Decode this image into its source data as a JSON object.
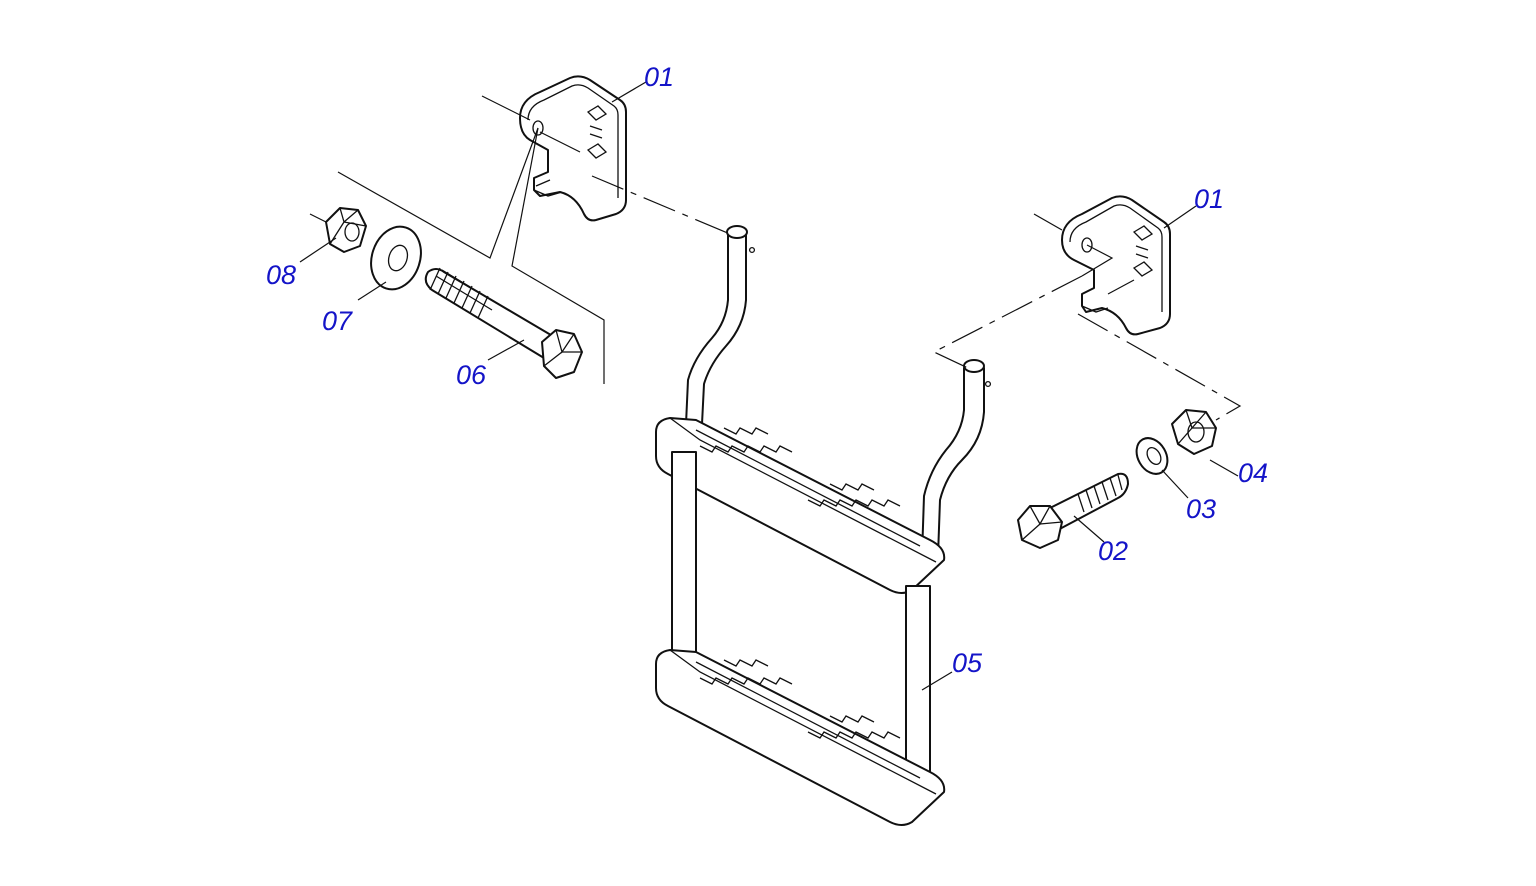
{
  "diagram": {
    "callouts": {
      "bracket_left": "01",
      "bracket_right": "01",
      "bolt_right": "02",
      "washer_right": "03",
      "nut_right": "04",
      "ladder": "05",
      "bolt_left": "06",
      "washer_left": "07",
      "nut_left": "08"
    }
  },
  "colors": {
    "callout_text": "#1414c8",
    "line": "#111111",
    "background": "#ffffff"
  }
}
